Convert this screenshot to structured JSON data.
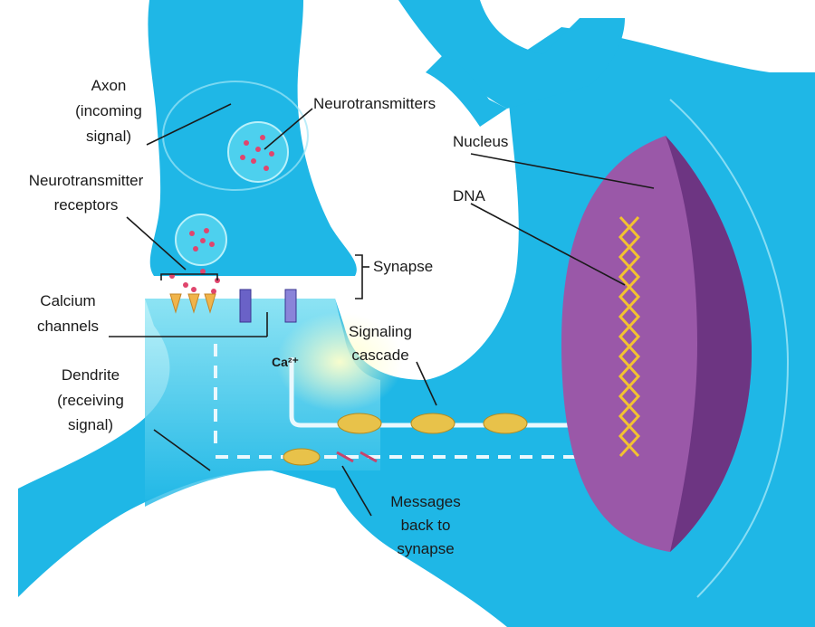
{
  "labels": {
    "axon_1": "Axon",
    "axon_2": "(incoming",
    "axon_3": "signal)",
    "neurotransmitters": "Neurotransmitters",
    "receptors_1": "Neurotransmitter",
    "receptors_2": "receptors",
    "calcium_1": "Calcium",
    "calcium_2": "channels",
    "dendrite_1": "Dendrite",
    "dendrite_2": "(receiving",
    "dendrite_3": "signal)",
    "synapse": "Synapse",
    "ca_ion": "Ca²⁺",
    "signaling_1": "Signaling",
    "signaling_2": "cascade",
    "nucleus": "Nucleus",
    "dna": "DNA",
    "messages_1": "Messages",
    "messages_2": "back to",
    "messages_3": "synapse"
  },
  "colors": {
    "cell_body": "#1fb7e6",
    "cell_dark": "#1699c9",
    "nucleus_light": "#9a58a8",
    "nucleus_dark": "#6d3582",
    "dna": "#f2c230",
    "vesicle": "#4dd0ee",
    "dot": "#e0456d",
    "cascade": "#e8c24a"
  }
}
